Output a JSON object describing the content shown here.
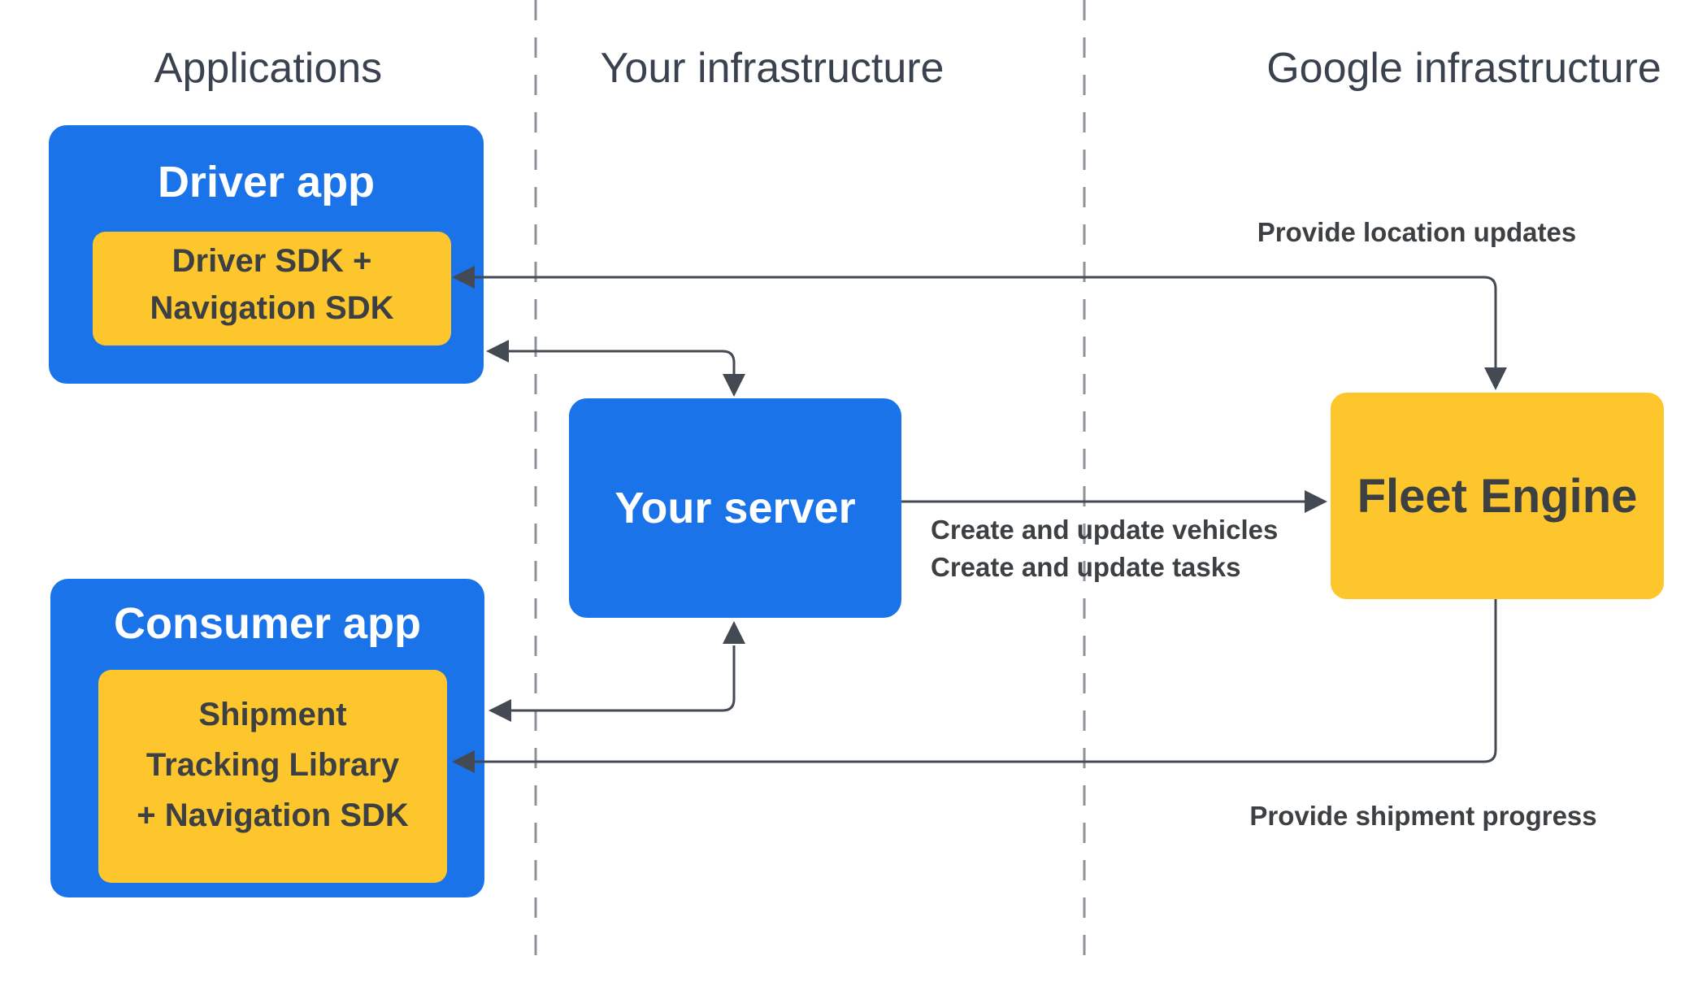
{
  "columns": [
    {
      "label": "Applications"
    },
    {
      "label": "Your infrastructure"
    },
    {
      "label": "Google infrastructure"
    }
  ],
  "nodes": {
    "driver_app": {
      "title": "Driver app",
      "sdk_lines": [
        "Driver SDK +",
        "Navigation SDK"
      ]
    },
    "consumer_app": {
      "title": "Consumer app",
      "sdk_lines": [
        "Shipment",
        "Tracking Library",
        "+ Navigation SDK"
      ]
    },
    "your_server": {
      "title": "Your server"
    },
    "fleet_engine": {
      "title": "Fleet Engine"
    }
  },
  "edges": {
    "location_updates": {
      "label": "Provide location updates"
    },
    "create_update": {
      "lines": [
        "Create and update vehicles",
        "Create and update tasks"
      ]
    },
    "shipment_progress": {
      "label": "Provide shipment progress"
    }
  },
  "colors": {
    "box_blue": "#1A73E8",
    "box_yellow": "#FCC62C",
    "connector": "#434A53",
    "label_text": "#3C4043",
    "header_text": "#39424E",
    "divider": "#8D9298",
    "background": "#FFFFFF"
  }
}
